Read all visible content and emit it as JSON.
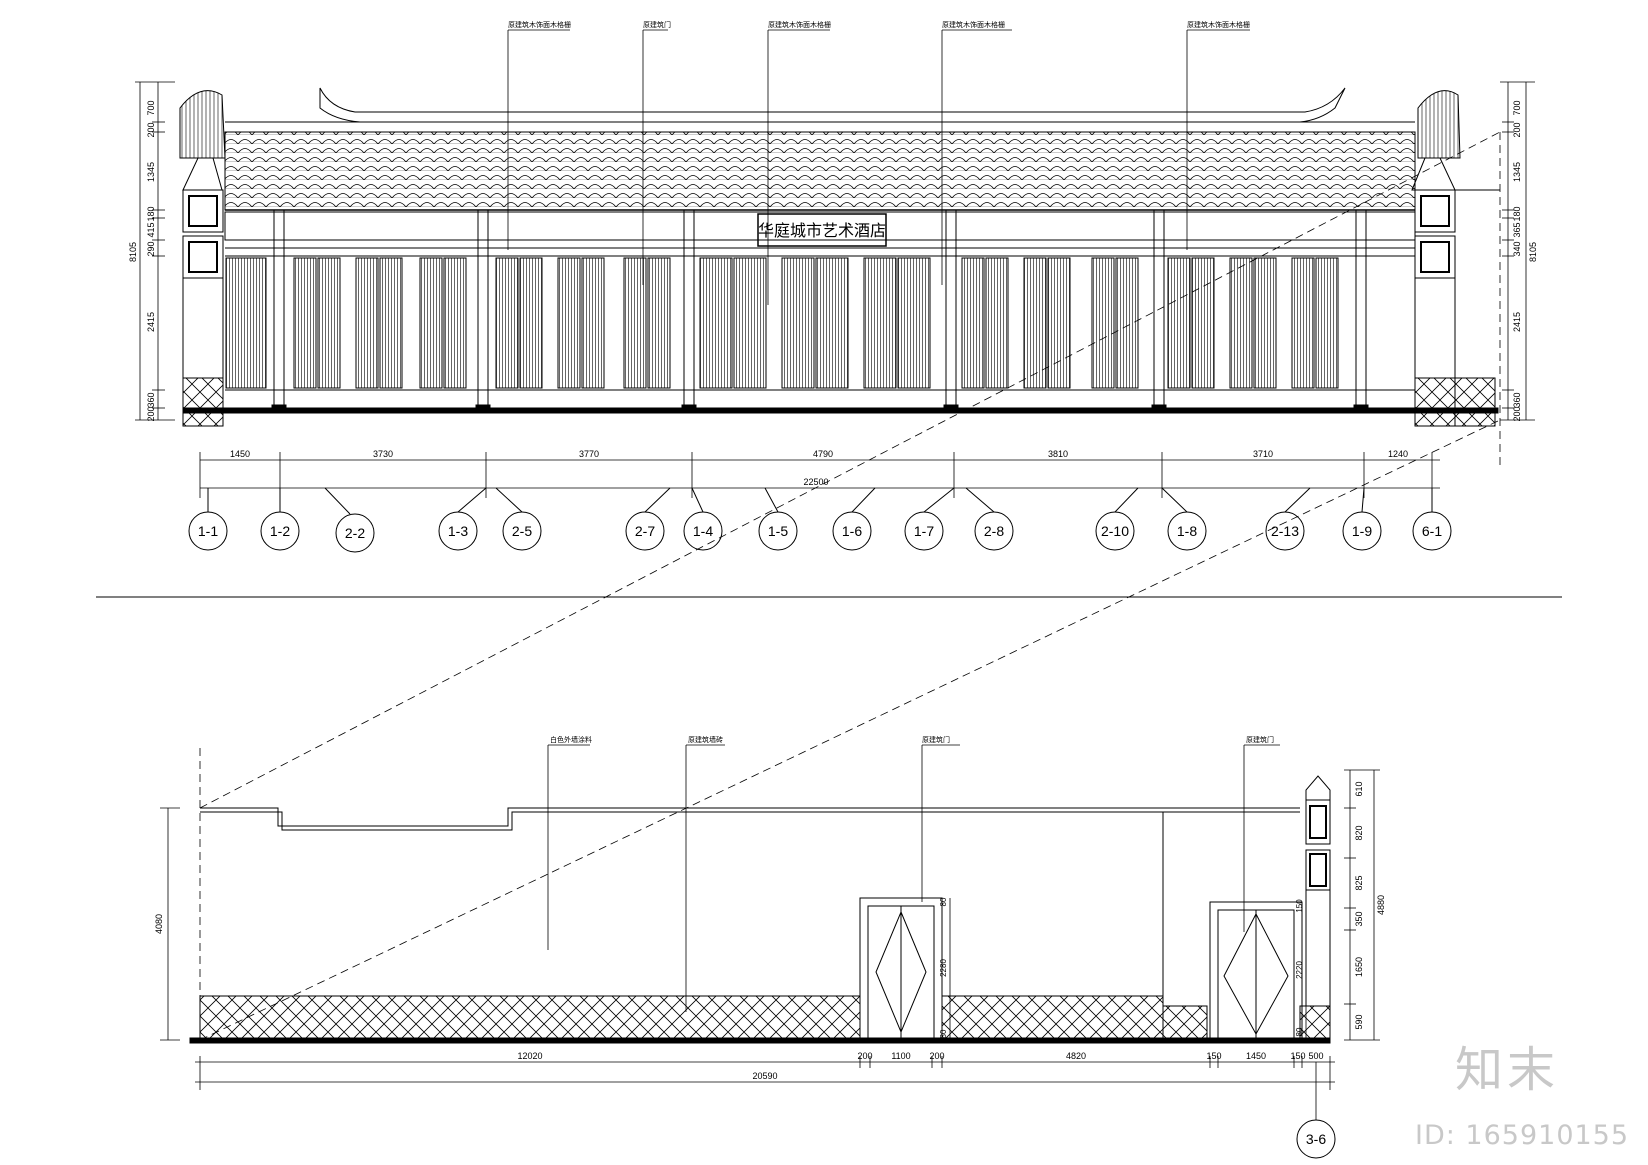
{
  "upper_elevation": {
    "sign_text": "华庭城市艺术酒店",
    "callouts": [
      "原建筑木饰面木格栅",
      "原建筑门",
      "原建筑木饰面木格栅",
      "原建筑木饰面木格栅",
      "原建筑木饰面木格栅"
    ],
    "bottom_dims": [
      "1450",
      "3730",
      "3770",
      "4790",
      "3810",
      "3710",
      "1240"
    ],
    "total_dim": "22500",
    "grid_labels": [
      "1-1",
      "1-2",
      "2-2",
      "1-3",
      "2-5",
      "2-7",
      "1-4",
      "1-5",
      "1-6",
      "1-7",
      "2-8",
      "2-10",
      "1-8",
      "2-13",
      "1-9",
      "6-1"
    ],
    "left_vdims": [
      "700",
      "200",
      "1345",
      "180",
      "415",
      "290",
      "2415",
      "360",
      "200"
    ],
    "left_total": "8105",
    "right_vdims": [
      "700",
      "200",
      "1345",
      "180",
      "365",
      "340",
      "2415",
      "360",
      "200"
    ],
    "right_total": "8105"
  },
  "lower_elevation": {
    "callouts": [
      "白色外墙涂料",
      "原建筑墙砖",
      "原建筑门",
      "原建筑门"
    ],
    "left_height": "4080",
    "door_vdims": [
      "80",
      "2280",
      "80"
    ],
    "door2_vdims": [
      "150",
      "2220",
      "80"
    ],
    "right_vdims": [
      "610",
      "820",
      "825",
      "350",
      "1650",
      "590"
    ],
    "right_total": "4880",
    "bottom_dims": [
      "12020",
      "200",
      "1100",
      "200",
      "4820",
      "150",
      "1450",
      "150",
      "500"
    ],
    "total_dim": "20590",
    "grid_label": "3-6"
  },
  "watermark": {
    "logo": "知末",
    "id_text": "ID: 165910155"
  }
}
